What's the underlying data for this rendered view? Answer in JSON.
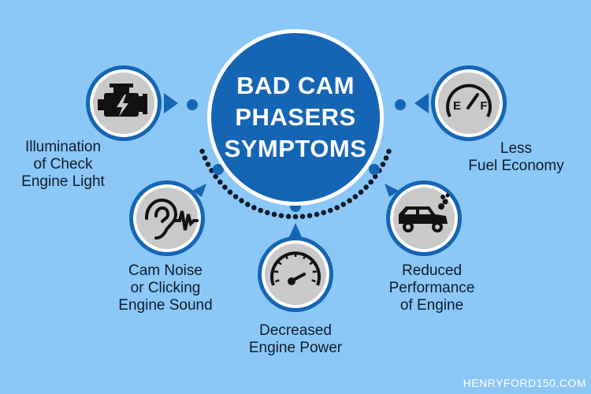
{
  "title": {
    "lines": [
      "BAD CAM",
      "PHASERS",
      "SYMPTOMS"
    ]
  },
  "symptoms": [
    {
      "icon": "check-engine-icon",
      "lines": [
        "Illumination",
        "of Check",
        "Engine Light"
      ]
    },
    {
      "icon": "ear-sound-icon",
      "lines": [
        "Cam Noise",
        "or Clicking",
        "Engine Sound"
      ]
    },
    {
      "icon": "speedometer-icon",
      "lines": [
        "Decreased",
        "Engine Power"
      ]
    },
    {
      "icon": "smoking-car-icon",
      "lines": [
        "Reduced",
        "Performance",
        "of Engine"
      ]
    },
    {
      "icon": "fuel-gauge-icon",
      "lines": [
        "Less",
        "Fuel Economy"
      ]
    }
  ],
  "fuel_gauge": {
    "empty_label": "E",
    "full_label": "F"
  },
  "watermark": "HENRYFORD150.COM",
  "colors": {
    "background": "#8cc8f7",
    "center_circle": "#1565b5",
    "icon_ring": "#1565b5",
    "icon_fill": "#c9c9c9",
    "dots": "#0d1b2a",
    "connector": "#1565b5"
  }
}
